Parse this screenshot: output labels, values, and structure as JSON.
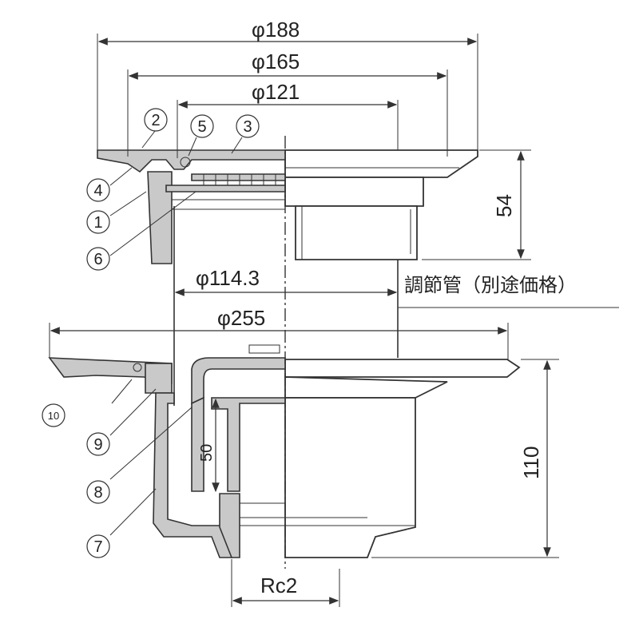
{
  "dimensions": {
    "d188": "φ188",
    "d165": "φ165",
    "d121": "φ121",
    "d1143": "φ114.3",
    "d255": "φ255",
    "h54": "54",
    "h110": "110",
    "h50": "50",
    "thread": "Rc2"
  },
  "note": "調節管（別途価格）",
  "parts": {
    "p1": "1",
    "p2": "2",
    "p3": "3",
    "p4": "4",
    "p5": "5",
    "p6": "6",
    "p7": "7",
    "p8": "8",
    "p9": "9",
    "p10": "10"
  }
}
